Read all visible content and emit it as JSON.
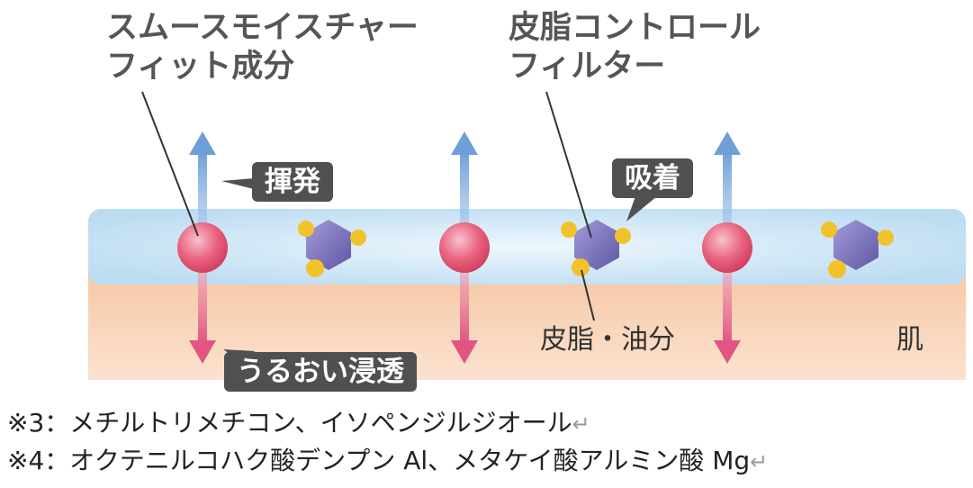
{
  "labels": {
    "moisture_ingredient": [
      "スムースモイスチャー",
      "フィット成分"
    ],
    "sebum_filter": [
      "皮脂コントロール",
      "フィルター"
    ]
  },
  "tags": {
    "volatilize": "揮発",
    "adsorb": "吸着",
    "penetrate": "うるおい浸透"
  },
  "sebum_oil": "皮脂・油分",
  "skin": "肌",
  "footnotes": [
    "※3：メチルトリメチコン、イソペンジルジオール",
    "※4：オクテニルコハク酸デンプン Al、メタケイ酸アルミン酸 Mg"
  ],
  "return_symbol": "↵",
  "colors": {
    "film": "#cfe6f5",
    "skin": "#f8d2b4",
    "up_arrow": "#7aa9dc",
    "down_arrow": "#e45f85",
    "sphere": "#e8506e",
    "hexagon": "#7b73b8",
    "dot": "#f2c22b",
    "tag_bg": "#505050"
  }
}
